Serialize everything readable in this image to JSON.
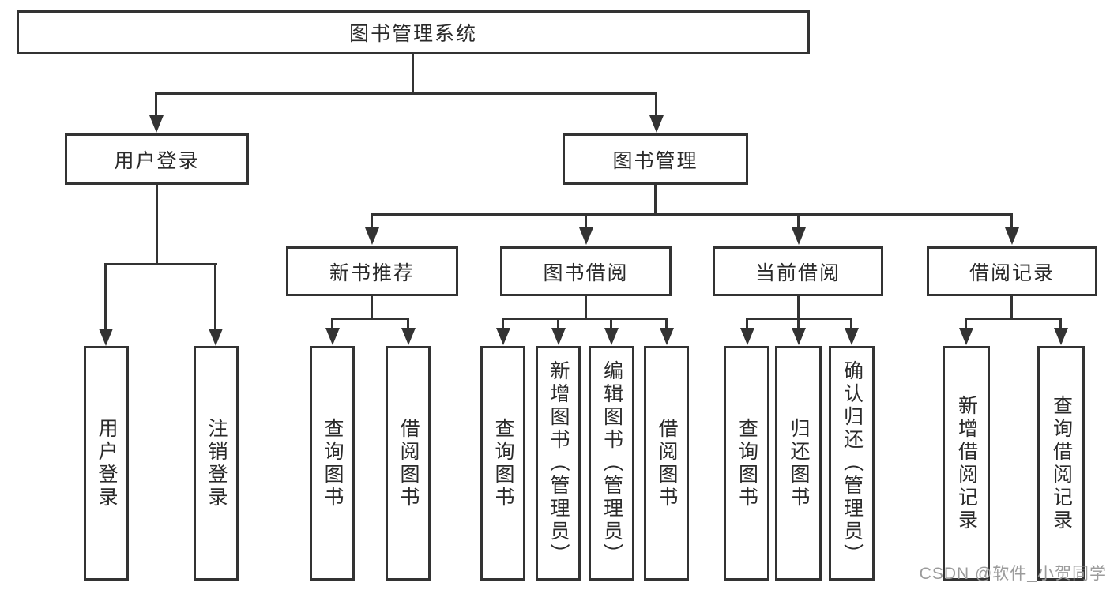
{
  "tree": {
    "label": "图书管理系统",
    "children": [
      {
        "label": "用户登录",
        "children": [
          {
            "label": "用户登录"
          },
          {
            "label": "注销登录"
          }
        ]
      },
      {
        "label": "图书管理",
        "children": [
          {
            "label": "新书推荐",
            "children": [
              {
                "label": "查询图书"
              },
              {
                "label": "借阅图书"
              }
            ]
          },
          {
            "label": "图书借阅",
            "children": [
              {
                "label": "查询图书"
              },
              {
                "label": "新增图书（管理员）"
              },
              {
                "label": "编辑图书（管理员）"
              },
              {
                "label": "借阅图书"
              }
            ]
          },
          {
            "label": "当前借阅",
            "children": [
              {
                "label": "查询图书"
              },
              {
                "label": "归还图书"
              },
              {
                "label": "确认归还（管理员）"
              }
            ]
          },
          {
            "label": "借阅记录",
            "children": [
              {
                "label": "新增借阅记录"
              },
              {
                "label": "查询借阅记录"
              }
            ]
          }
        ]
      }
    ]
  },
  "watermark": {
    "text": "CSDN @软件_小贺同学"
  },
  "colors": {
    "line": "#333333",
    "text": "#2a2a2a",
    "watermark": "#9b9b9b",
    "bg": "#ffffff"
  }
}
